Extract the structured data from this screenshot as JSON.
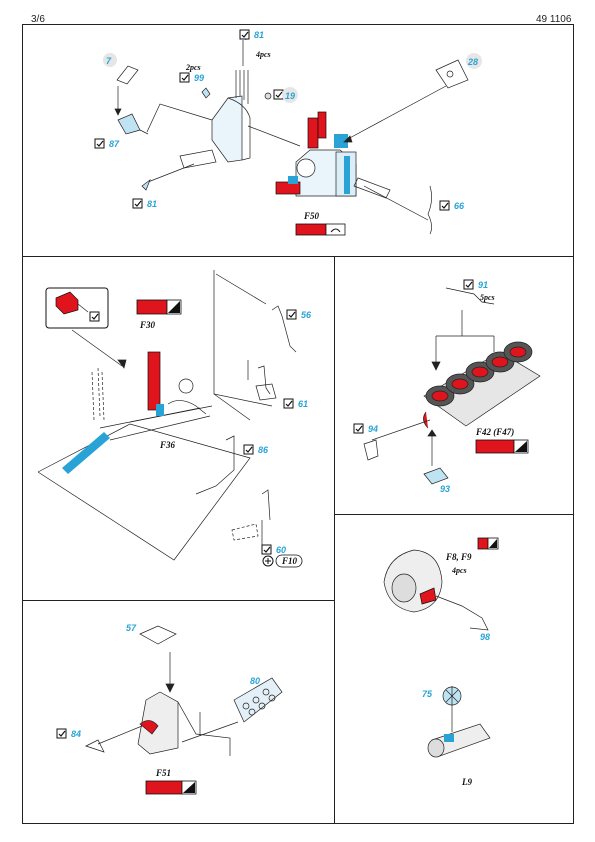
{
  "header": {
    "page": "3/6",
    "code": "49 1106"
  },
  "colors": {
    "red": "#e0141c",
    "blue": "#29a3d6",
    "line": "#222222",
    "part": "#d8eef8"
  },
  "callouts": {
    "p7": "7",
    "p87": "87",
    "p99": "99",
    "p81a": "81",
    "p19": "19",
    "p28": "28",
    "p81b": "81",
    "p66": "66",
    "p56": "56",
    "p61": "61",
    "p86": "86",
    "p60": "60",
    "p91": "91",
    "p94": "94",
    "p93": "93",
    "p98": "98",
    "p75": "75",
    "p57": "57",
    "p80": "80",
    "p84": "84"
  },
  "labels": {
    "pcs2": "2pcs",
    "pcs4": "4pcs",
    "f50": "F50",
    "f30": "F30",
    "f36": "F36",
    "f10": "F10",
    "pcs5": "5pcs",
    "f42": "F42 (F47)",
    "f8f9": "F8, F9",
    "pcs4b": "4pcs",
    "f51": "F51",
    "l9": "L9"
  },
  "icons": [
    "check-icon",
    "paint-swatch-icon",
    "bend-icon",
    "rivet-icon"
  ]
}
